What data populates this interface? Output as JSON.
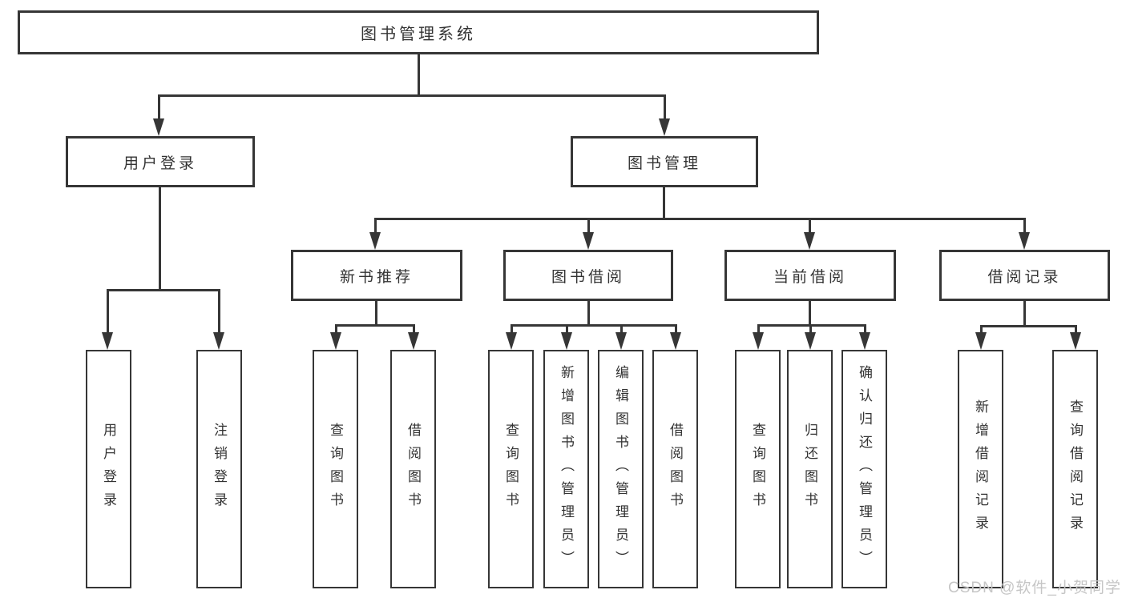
{
  "diagram": {
    "type": "tree",
    "title": "图书管理系统",
    "labels": {
      "root": "图书管理系统",
      "user_login": "用户登录",
      "book_management": "图书管理",
      "leaf_user_login": "用户登录",
      "leaf_logout": "注销登录",
      "new_book_recommend": "新书推荐",
      "book_borrowing": "图书借阅",
      "current_borrowing": "当前借阅",
      "borrowing_records": "借阅记录",
      "nbr_query_books": "查询图书",
      "nbr_borrow_books": "借阅图书",
      "bb_query_books": "查询图书",
      "bb_add_books": "新增图书（管理员）",
      "bb_edit_books": "编辑图书（管理员）",
      "bb_borrow_books": "借阅图书",
      "cb_query_books": "查询图书",
      "cb_return_books": "归还图书",
      "cb_confirm_return": "确认归还（管理员）",
      "br_add_record": "新增借阅记录",
      "br_query_record": "查询借阅记录"
    },
    "hierarchy": {
      "图书管理系统": {
        "用户登录": [
          "用户登录",
          "注销登录"
        ],
        "图书管理": {
          "新书推荐": [
            "查询图书",
            "借阅图书"
          ],
          "图书借阅": [
            "查询图书",
            "新增图书（管理员）",
            "编辑图书（管理员）",
            "借阅图书"
          ],
          "当前借阅": [
            "查询图书",
            "归还图书",
            "确认归还（管理员）"
          ],
          "借阅记录": [
            "新增借阅记录",
            "查询借阅记录"
          ]
        }
      }
    },
    "watermark": "CSDN @软件_小贺同学",
    "colors": {
      "line": "#363636",
      "text": "#333333",
      "background": "#ffffff",
      "watermark": "#c6c6c6"
    }
  }
}
